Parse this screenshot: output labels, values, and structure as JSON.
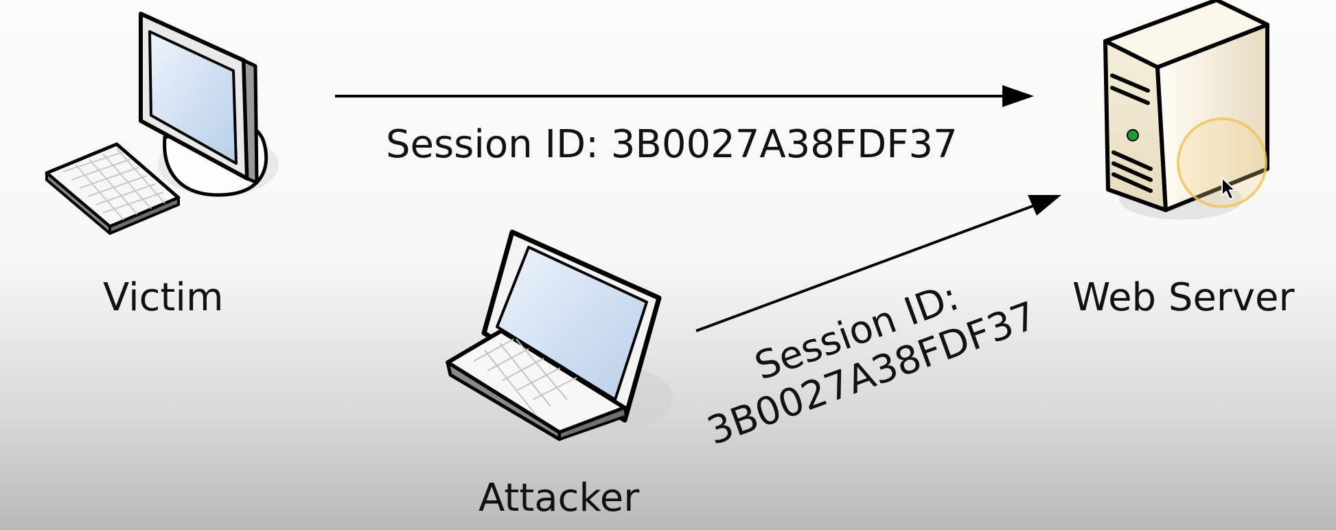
{
  "nodes": {
    "victim": {
      "label": "Victim",
      "icon": "desktop-computer-icon"
    },
    "attacker": {
      "label": "Attacker",
      "icon": "laptop-icon"
    },
    "server": {
      "label": "Web Server",
      "icon": "server-tower-icon"
    }
  },
  "edges": [
    {
      "from": "victim",
      "to": "server",
      "label": "Session ID: 3B0027A38FDF37"
    },
    {
      "from": "attacker",
      "to": "server",
      "label_line1": "Session ID:",
      "label_line2": "3B0027A38FDF37"
    }
  ],
  "colors": {
    "arrow": "#000000",
    "cursor_highlight": "#f3c86b",
    "server_body": "#f2ecd9",
    "screen": "#dde9f6"
  }
}
